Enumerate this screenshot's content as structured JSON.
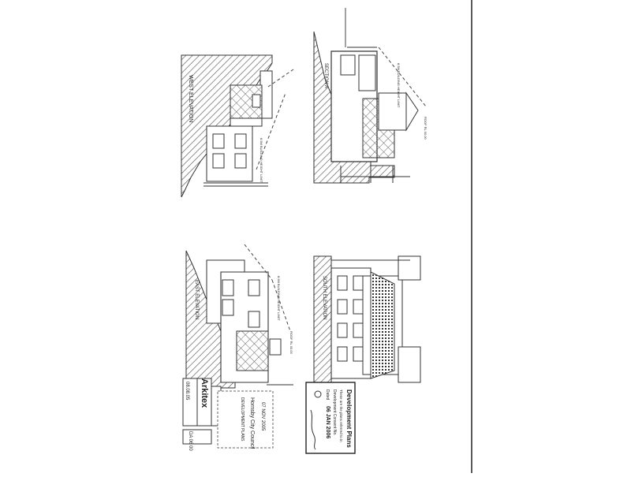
{
  "drawing": {
    "views": {
      "west_elevation": "WEST ELEVATION",
      "section_a": "SECTION A",
      "east_elevation": "EAST ELEVATION",
      "south_elevation": "SOUTH ELEVATION"
    },
    "annotations": {
      "building_height_limit_1": "8.5M BUILDING HEIGHT LIMIT",
      "building_height_limit_2": "8.5M BUILDING HEIGHT LIMIT",
      "building_height_limit_3": "8.5M BUILDING HEIGHT LIMIT",
      "roof": "ROOF RL 00.00",
      "roof_2": "ROOF RL 00.00"
    }
  },
  "title_block": {
    "company": "Arkitex",
    "drawing_no": "DA 06 00",
    "date": "08.08.05"
  },
  "stamps": {
    "council_name": "Hornsby City Council",
    "council_line": "DEVELOPMENT PLANS",
    "council_date": "07 NOV 2005",
    "dev_title": "Development Plans",
    "dev_line1": "These are the plans referred to in",
    "dev_line2": "Development Consent No.",
    "dev_dated_label": "Dated",
    "dev_date": "06 JAN 2006"
  }
}
